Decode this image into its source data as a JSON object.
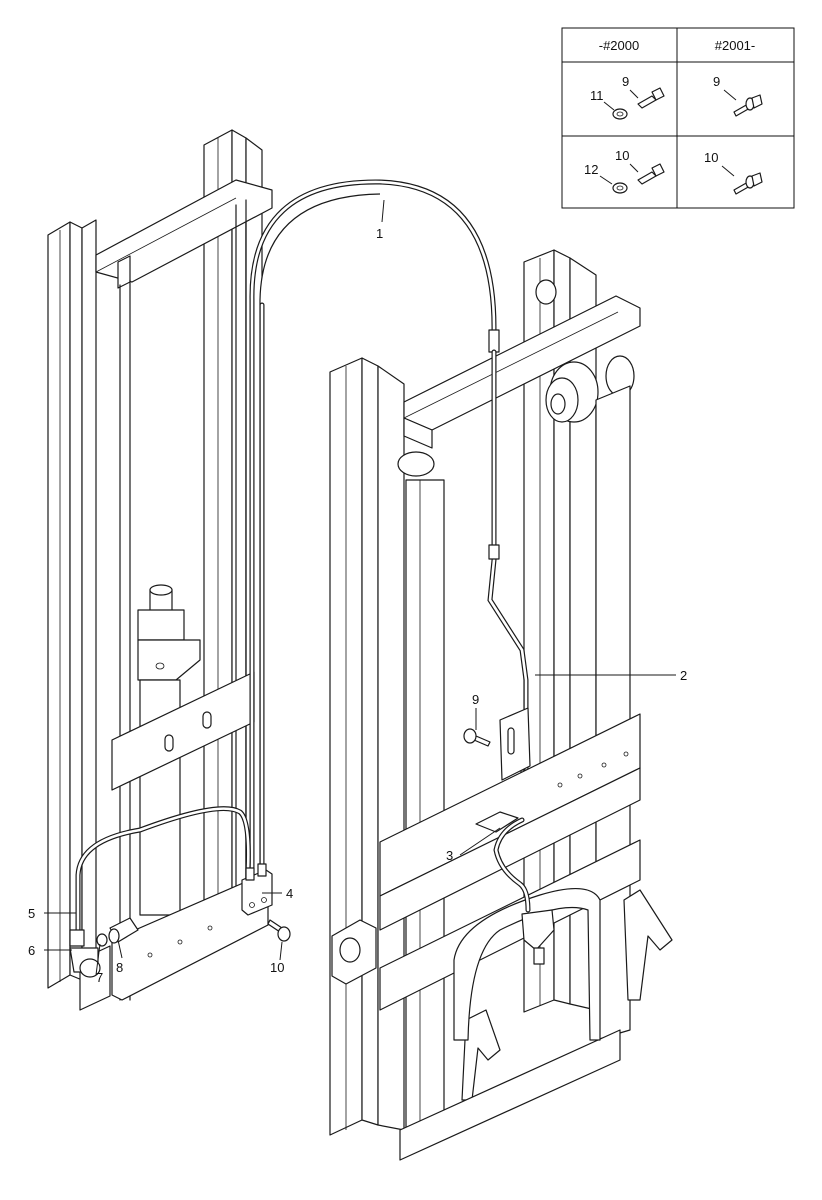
{
  "table": {
    "col_left_header": "-#2000",
    "col_right_header": "#2001-",
    "row1_left_labels": [
      "11",
      "9"
    ],
    "row1_right_labels": [
      "9"
    ],
    "row2_left_labels": [
      "12",
      "10"
    ],
    "row2_right_labels": [
      "10"
    ]
  },
  "callouts": {
    "c1": "1",
    "c2": "2",
    "c3": "3",
    "c4": "4",
    "c5": "5",
    "c6": "6",
    "c7": "7",
    "c8": "8",
    "c9": "9",
    "c10": "10"
  }
}
